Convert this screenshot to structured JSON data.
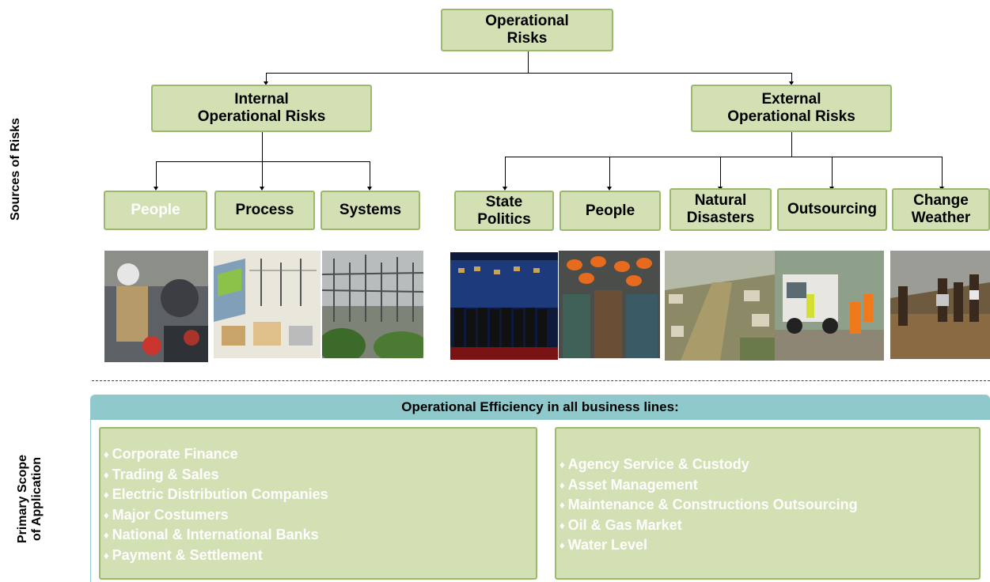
{
  "side_labels": {
    "sources": "Sources of Risks",
    "scope_line1": "Primary Scope",
    "scope_line2": "of Application"
  },
  "root": "Operational\nRisks",
  "internal": {
    "title": "Internal\nOperational Risks",
    "items": [
      "People",
      "Process",
      "Systems"
    ]
  },
  "external": {
    "title": "External\nOperational Risks",
    "items": [
      "State\nPolitics",
      "People",
      "Natural\nDisasters",
      "Outsourcing",
      "Change\nWeather"
    ]
  },
  "photos": [
    "workers-repairing-equipment-photo",
    "power-plant-illustration-photo",
    "electrical-substation-photo",
    "politicians-group-photo",
    "workers-in-hardhats-photo",
    "flooded-city-aerial-photo",
    "utility-truck-crew-photo",
    "flood-rescue-photo"
  ],
  "banner": "Operational Efficiency in all business lines:",
  "left_list": [
    "Corporate Finance",
    "Trading & Sales",
    "Electric Distribution Companies",
    "Major Costumers",
    "National & International Banks",
    "Payment & Settlement"
  ],
  "right_list": [
    "Agency Service & Custody",
    "Asset Management",
    "Maintenance & Constructions Outsourcing",
    "Oil & Gas Market",
    "Water Level"
  ],
  "bullet": "♦",
  "colors": {
    "box_fill": "#d3e0b4",
    "box_border": "#9cb86a",
    "banner_fill": "#8fc9cc"
  }
}
